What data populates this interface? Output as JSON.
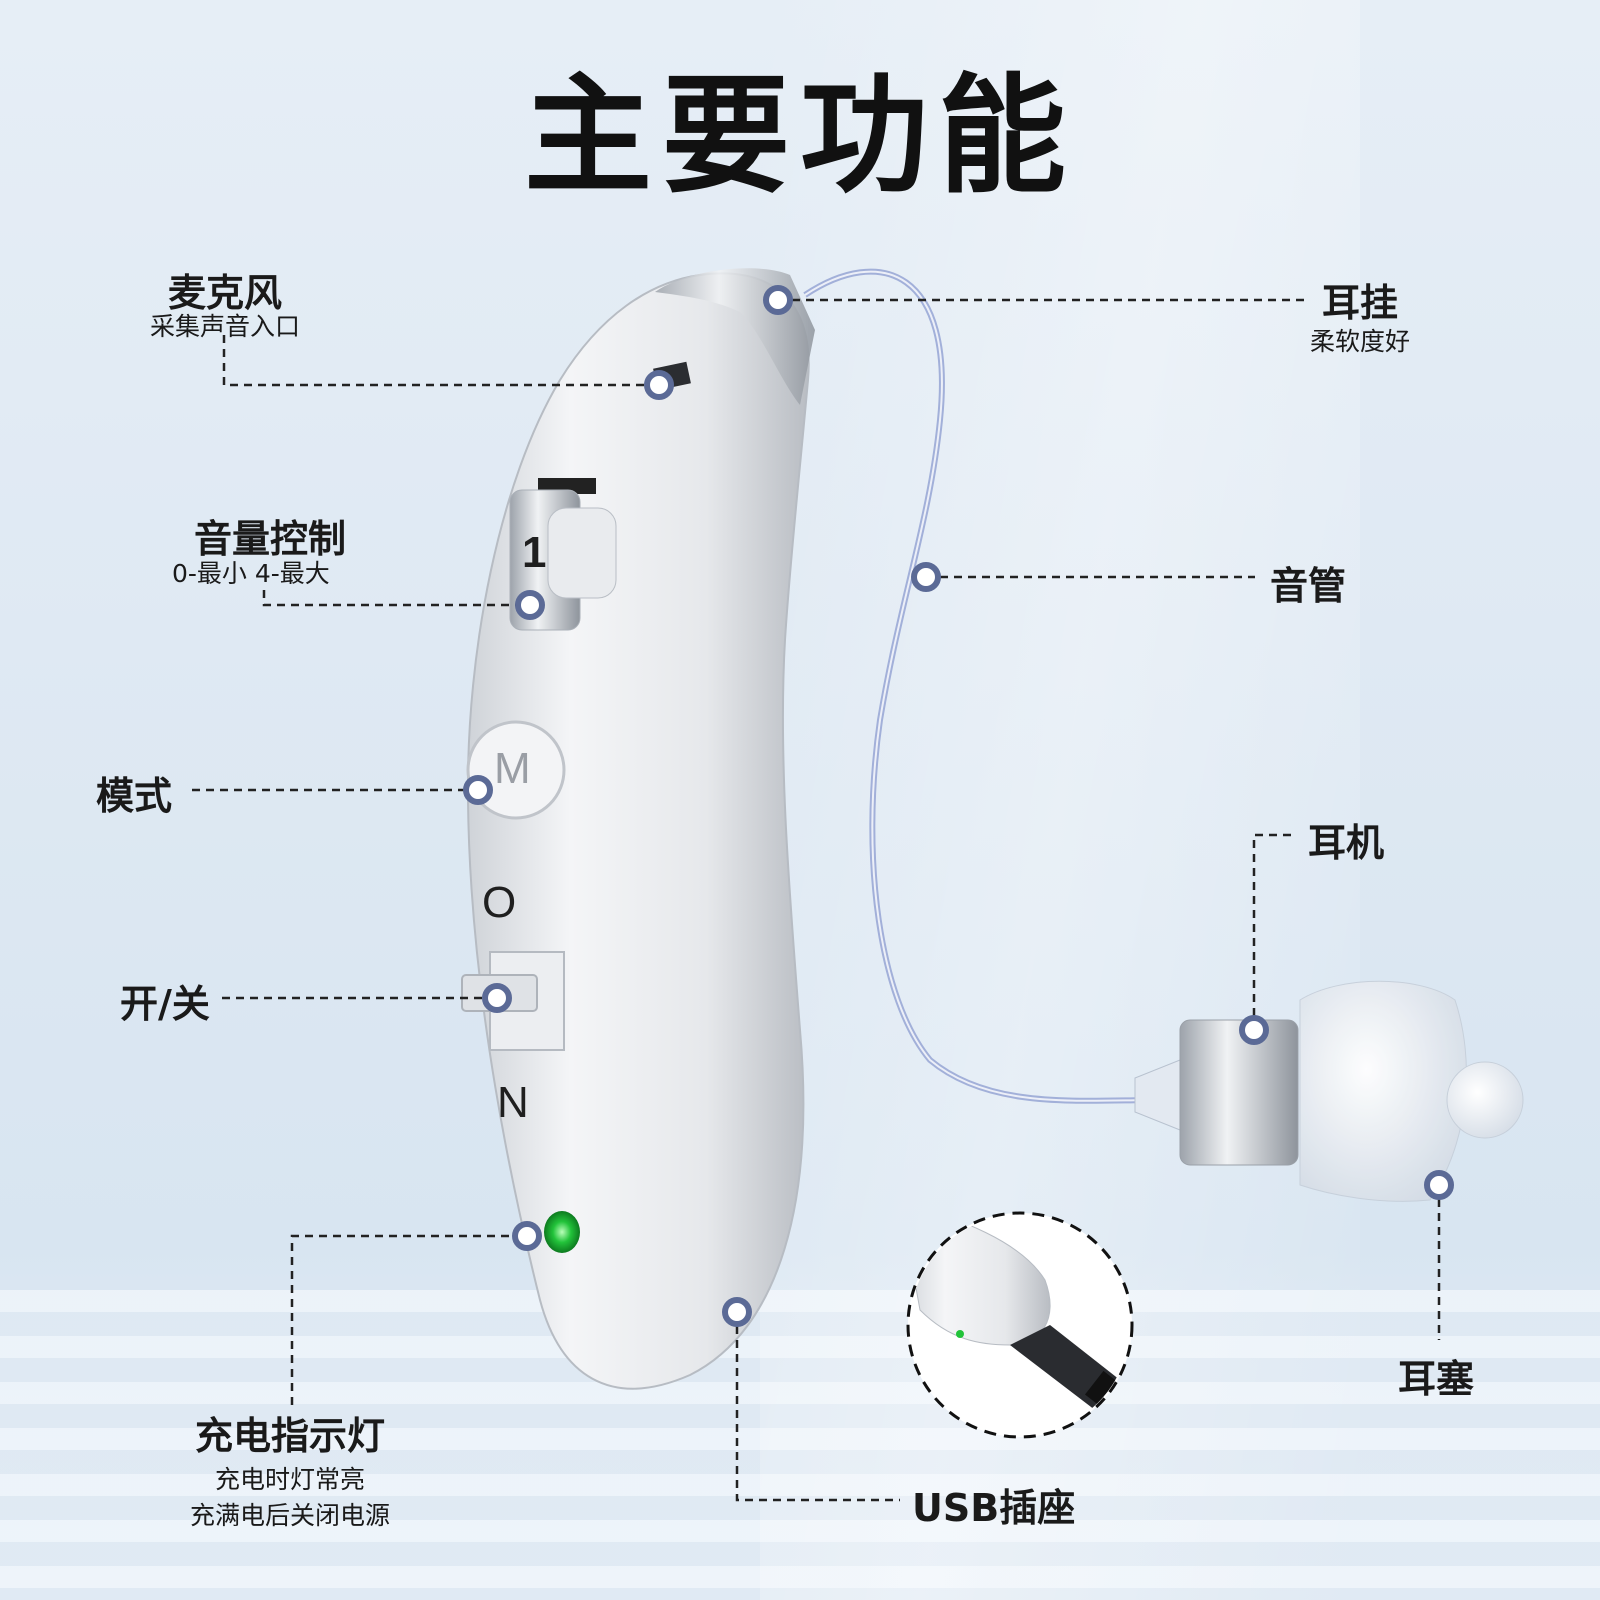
{
  "title": "主要功能",
  "device_letters": {
    "volume_wheel": "1",
    "mode_button": "M",
    "switch_top": "O",
    "switch_bottom": "N"
  },
  "labels": {
    "microphone": {
      "name": "麦克风",
      "desc": "采集声音入口"
    },
    "volume": {
      "name": "音量控制",
      "desc": "0-最小  4-最大"
    },
    "mode": {
      "name": "模式"
    },
    "power": {
      "name": "开/关"
    },
    "charge_led": {
      "name": "充电指示灯",
      "desc1": "充电时灯常亮",
      "desc2": "充满电后关闭电源"
    },
    "ear_hook": {
      "name": "耳挂",
      "desc": "柔软度好"
    },
    "sound_tube": {
      "name": "音管"
    },
    "receiver": {
      "name": "耳机"
    },
    "ear_tip": {
      "name": "耳塞"
    },
    "usb": {
      "name": "USB插座"
    }
  },
  "colors": {
    "marker": "#5b6a96",
    "led": "#22c33a",
    "text": "#1a1a1a"
  }
}
